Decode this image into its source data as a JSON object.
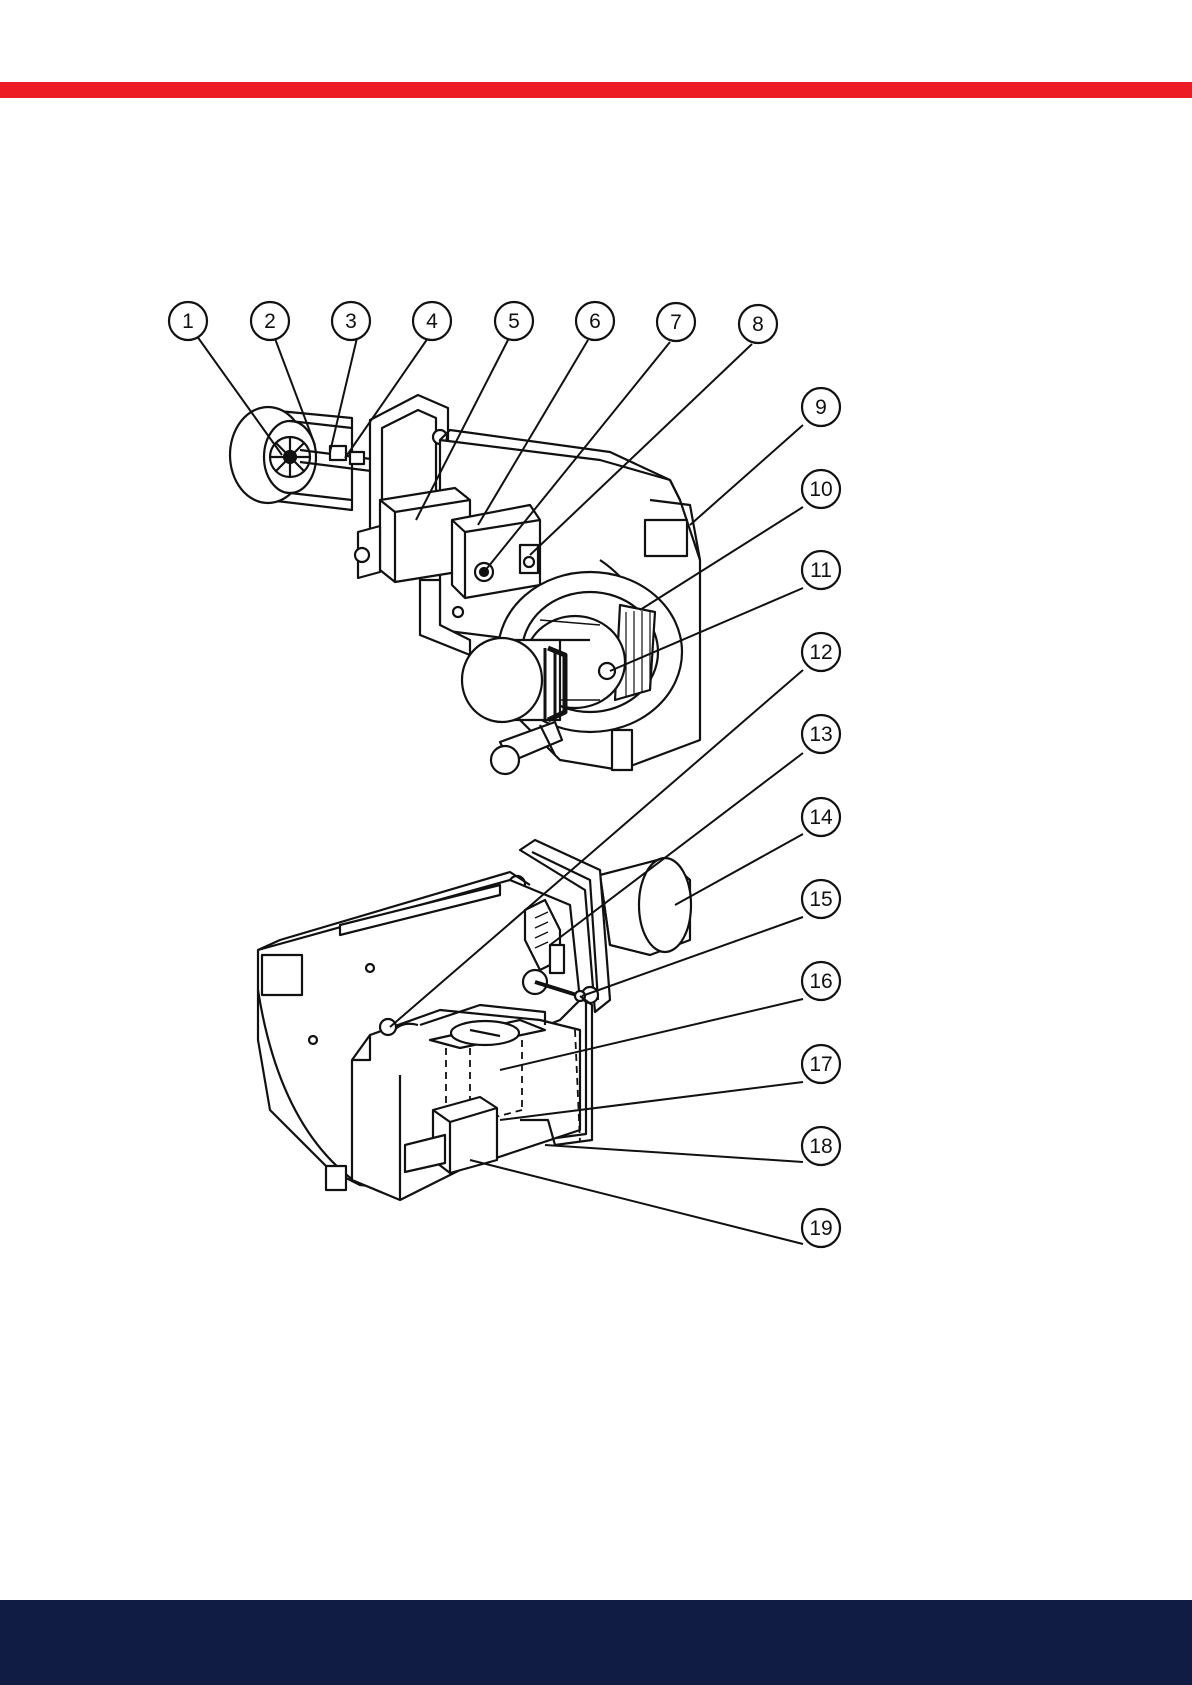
{
  "colors": {
    "accent_red": "#ed1c24",
    "footer_navy": "#111c45",
    "line": "#111111"
  },
  "callouts": [
    {
      "label": "1"
    },
    {
      "label": "2"
    },
    {
      "label": "3"
    },
    {
      "label": "4"
    },
    {
      "label": "5"
    },
    {
      "label": "6"
    },
    {
      "label": "7"
    },
    {
      "label": "8"
    },
    {
      "label": "9"
    },
    {
      "label": "10"
    },
    {
      "label": "11"
    },
    {
      "label": "12"
    },
    {
      "label": "13"
    },
    {
      "label": "14"
    },
    {
      "label": "15"
    },
    {
      "label": "16"
    },
    {
      "label": "17"
    },
    {
      "label": "18"
    },
    {
      "label": "19"
    }
  ]
}
